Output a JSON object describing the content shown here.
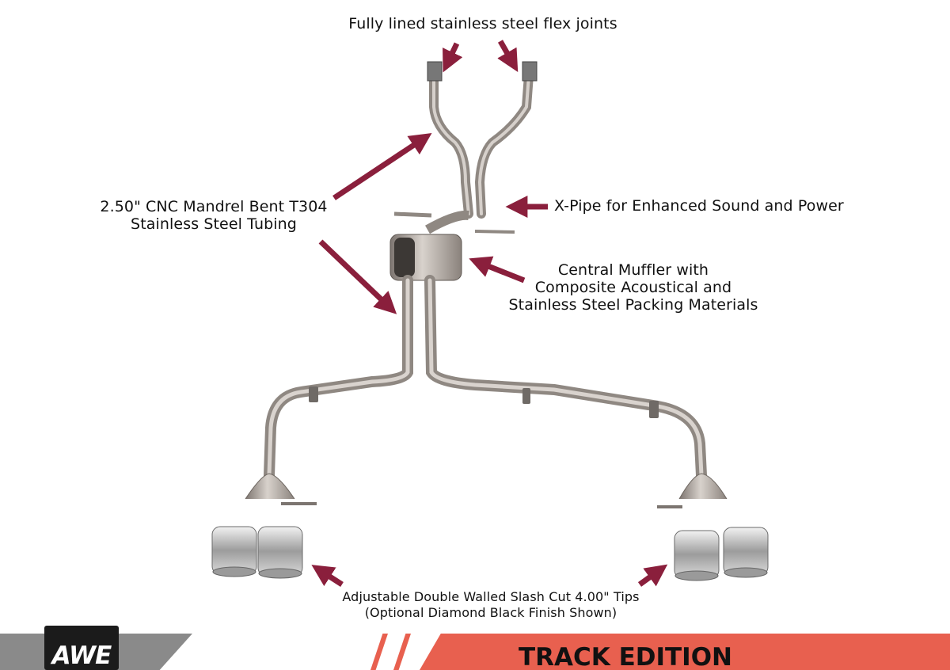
{
  "annotations": {
    "flex_joints": "Fully lined stainless steel flex joints",
    "tubing": [
      "2.50\" CNC Mandrel Bent T304",
      "Stainless Steel Tubing"
    ],
    "x_pipe": "X-Pipe for Enhanced Sound and Power",
    "muffler": [
      "Central Muffler with",
      "Composite Acoustical and",
      "Stainless Steel Packing Materials"
    ],
    "tips": [
      "Adjustable Double Walled Slash Cut 4.00\" Tips",
      "(Optional Diamond Black Finish Shown)"
    ]
  },
  "footer": {
    "logo_text": "AWE",
    "banner_title": "TRACK EDITION EXHAUST"
  },
  "colors": {
    "arrow": "#8a1f3c",
    "banner": "#e8604f",
    "gray_band": "#8a8a8a",
    "logo_bg": "#1b1b1b"
  }
}
